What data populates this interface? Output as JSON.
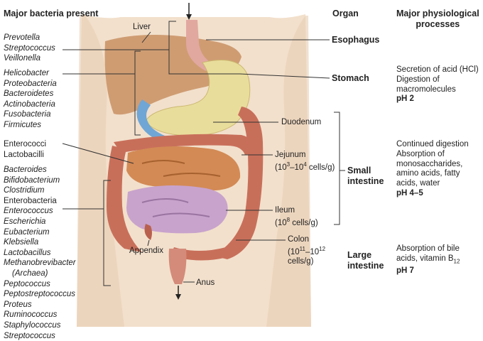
{
  "headers": {
    "bacteria": "Major bacteria present",
    "organ": "Organ",
    "processes_line1": "Major physiological",
    "processes_line2": "processes"
  },
  "labels": {
    "liver": "Liver",
    "duodenum": "Duodenum",
    "jejunum": "Jejunum",
    "jejunum_count_base": "(10",
    "jejunum_exp1": "3",
    "jejunum_mid": "–10",
    "jejunum_exp2": "4",
    "jejunum_end": " cells/g)",
    "ileum": "Ileum",
    "ileum_count_base": "(10",
    "ileum_exp": "8",
    "ileum_end": " cells/g)",
    "colon": "Colon",
    "colon_count_base": "(10",
    "colon_exp1": "11",
    "colon_mid": "–10",
    "colon_exp2": "12",
    "colon_end": "cells/g)",
    "appendix": "Appendix",
    "anus": "Anus"
  },
  "bacteria_groups": {
    "esophagus": [
      "Prevotella",
      "Streptococcus",
      "Veillonella"
    ],
    "stomach": [
      "Helicobacter",
      "Proteobacteria",
      "Bacteroidetes",
      "Actinobacteria",
      "Fusobacteria",
      "Firmicutes"
    ],
    "small_intestine": [
      "Enterococci",
      "Lactobacilli"
    ],
    "large_intestine": [
      {
        "name": "Bacteroides",
        "italic": true
      },
      {
        "name": "Bifidobacterium",
        "italic": true
      },
      {
        "name": "Clostridium",
        "italic": true
      },
      {
        "name": "Enterobacteria",
        "italic": false
      },
      {
        "name": "Enterococcus",
        "italic": true
      },
      {
        "name": "Escherichia",
        "italic": true
      },
      {
        "name": "Eubacterium",
        "italic": true
      },
      {
        "name": "Klebsiella",
        "italic": true
      },
      {
        "name": "Lactobacillus",
        "italic": true
      },
      {
        "name": "Methanobrevibacter",
        "italic": true
      },
      {
        "name": "(Archaea)",
        "italic": true
      },
      {
        "name": "Peptococcus",
        "italic": true
      },
      {
        "name": "Peptostreptococcus",
        "italic": true
      },
      {
        "name": "Proteus",
        "italic": true
      },
      {
        "name": "Ruminococcus",
        "italic": true
      },
      {
        "name": "Staphylococcus",
        "italic": true
      },
      {
        "name": "Streptococcus",
        "italic": true
      }
    ]
  },
  "organs": {
    "esophagus": "Esophagus",
    "stomach": "Stomach",
    "small_intestine_line1": "Small",
    "small_intestine_line2": "intestine",
    "large_intestine_line1": "Large",
    "large_intestine_line2": "intestine"
  },
  "processes": {
    "stomach": [
      "Secretion of acid (HCl)",
      "Digestion of",
      "macromolecules"
    ],
    "stomach_ph": "pH 2",
    "small_intestine": [
      "Continued digestion",
      "Absorption of",
      "monosaccharides,",
      "amino acids, fatty",
      "acids, water"
    ],
    "small_intestine_ph": "pH 4–5",
    "large_intestine_line1": "Absorption of bile",
    "large_intestine_line2_prefix": "acids, vitamin B",
    "large_intestine_line2_sub": "12",
    "large_intestine_ph": "pH 7"
  },
  "colors": {
    "skin": "#efd9c3",
    "liver": "#c98f62",
    "stomach": "#e9dd9c",
    "esophagus": "#e1a8a0",
    "duodenum": "#6fa6d6",
    "jejunum": "#d38a55",
    "ileum": "#c8a3cc",
    "colon": "#c86f5a",
    "line": "#333333"
  }
}
